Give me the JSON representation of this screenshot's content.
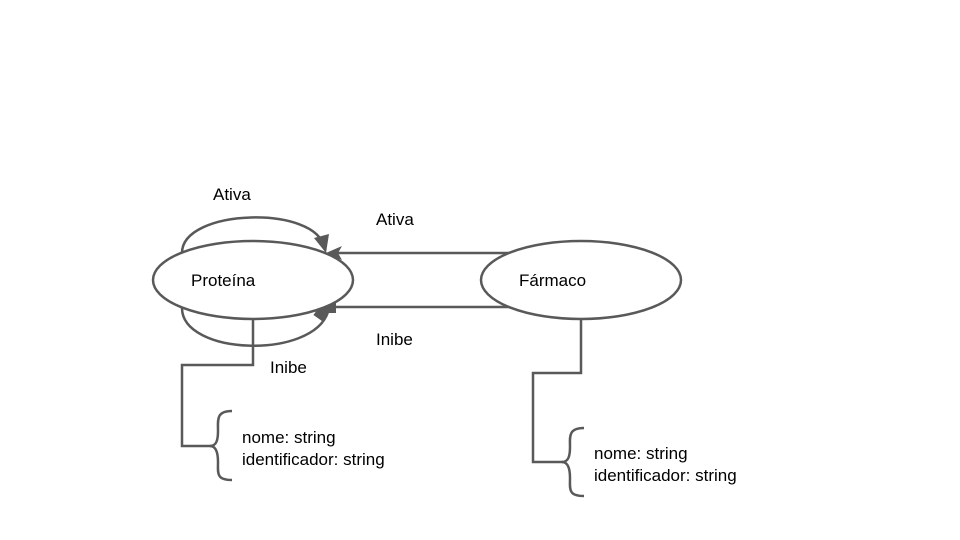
{
  "nodes": {
    "protein": {
      "label": "Proteína"
    },
    "drug": {
      "label": "Fármaco"
    }
  },
  "edges": {
    "protein_self_activates": {
      "label": "Ativa"
    },
    "protein_self_inhibits": {
      "label": "Inibe"
    },
    "drug_activates_protein": {
      "label": "Ativa"
    },
    "drug_inhibits_protein": {
      "label": "Inibe"
    }
  },
  "attributes": {
    "protein": [
      "nome: string",
      "identificador: string"
    ],
    "drug": [
      "nome: string",
      "identificador: string"
    ]
  },
  "colors": {
    "stroke": "#595959",
    "text": "#000000",
    "background": "#ffffff"
  }
}
